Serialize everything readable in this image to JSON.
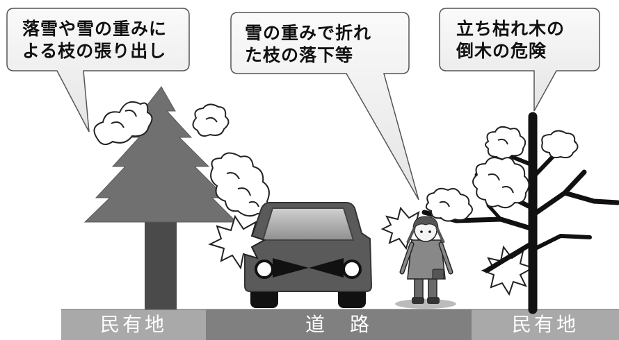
{
  "callouts": {
    "left": {
      "line1": "落雪や雪の重みに",
      "line2": "よる枝の張り出し"
    },
    "middle": {
      "line1": "雪の重みで折れ",
      "line2": "た枝の落下等"
    },
    "right": {
      "line1": "立ち枯れ木の",
      "line2": "倒木の危険"
    }
  },
  "ground": {
    "left_label": "民有地",
    "center_label": "道　路",
    "right_label": "民有地"
  },
  "colors": {
    "tree": "#707070",
    "trunk": "#4a4a4a",
    "private_land": "#a9a9a9",
    "road": "#808080",
    "car_body": "#5a5a5a",
    "dead_tree": "#111111",
    "snow": "#ffffff",
    "callout_fill": "#efefef"
  }
}
